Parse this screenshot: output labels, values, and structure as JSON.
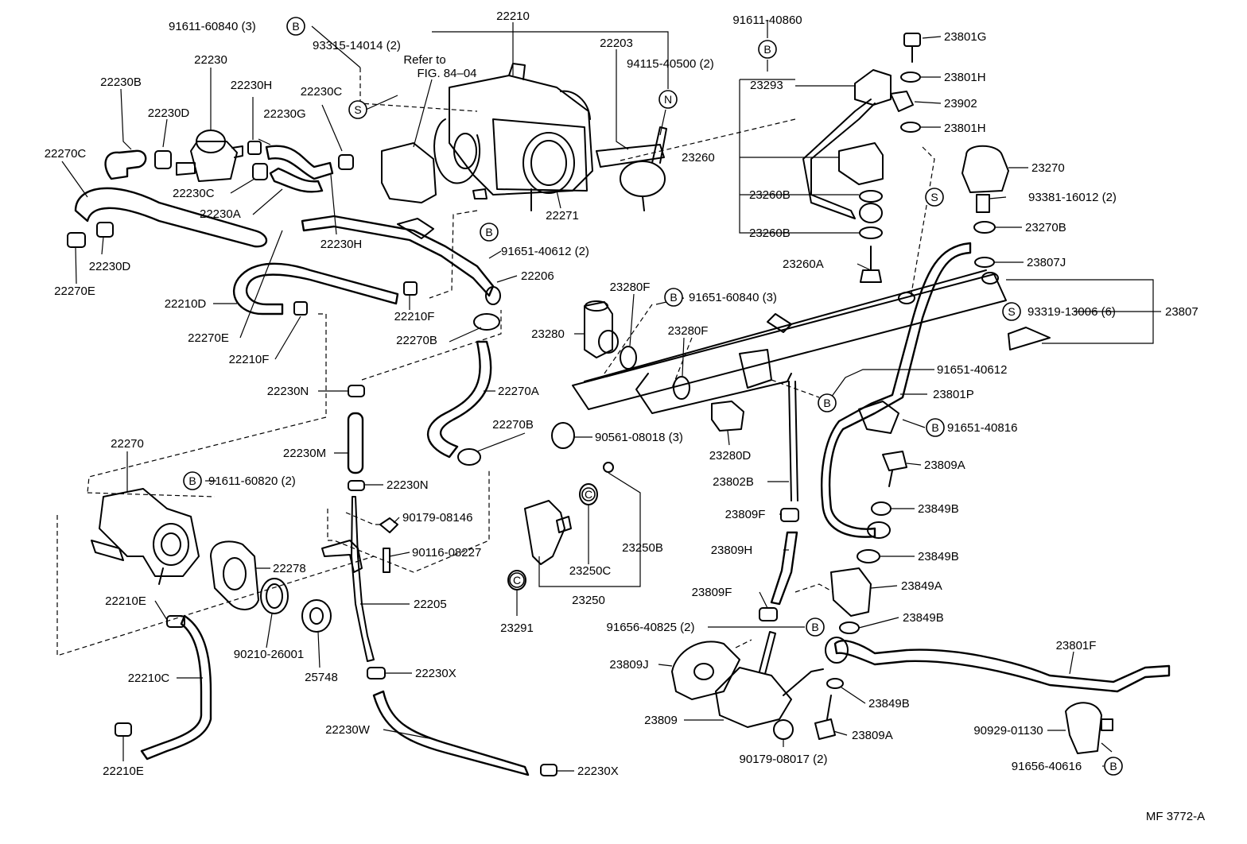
{
  "diagram_ref": "MF 3772-A",
  "refer_note": {
    "line1": "Refer to",
    "line2": "FIG. 84–04"
  },
  "badges": {
    "B": "B",
    "S": "S",
    "N": "N",
    "C": "C"
  },
  "labels": [
    {
      "id": "p22210",
      "text": "22210"
    },
    {
      "id": "p22203",
      "text": "22203"
    },
    {
      "id": "p91611_60840",
      "text": "91611-60840 (3)"
    },
    {
      "id": "p93315_14014",
      "text": "93315-14014 (2)"
    },
    {
      "id": "p94115_40500",
      "text": "94115-40500 (2)"
    },
    {
      "id": "p91611_40860",
      "text": "91611-40860"
    },
    {
      "id": "p23801G",
      "text": "23801G"
    },
    {
      "id": "p23801H_a",
      "text": "23801H"
    },
    {
      "id": "p23902",
      "text": "23902"
    },
    {
      "id": "p23801H_b",
      "text": "23801H"
    },
    {
      "id": "p23293",
      "text": "23293"
    },
    {
      "id": "p23260",
      "text": "23260"
    },
    {
      "id": "p23260B_a",
      "text": "23260B"
    },
    {
      "id": "p23260B_b",
      "text": "23260B"
    },
    {
      "id": "p23260A",
      "text": "23260A"
    },
    {
      "id": "p23270",
      "text": "23270"
    },
    {
      "id": "p93381_16012",
      "text": "93381-16012 (2)"
    },
    {
      "id": "p23270B",
      "text": "23270B"
    },
    {
      "id": "p23807J",
      "text": "23807J"
    },
    {
      "id": "p93319_13006",
      "text": "93319-13006 (6)"
    },
    {
      "id": "p23807",
      "text": "23807"
    },
    {
      "id": "p22230",
      "text": "22230"
    },
    {
      "id": "p22230B",
      "text": "22230B"
    },
    {
      "id": "p22230H_a",
      "text": "22230H"
    },
    {
      "id": "p22230C_a",
      "text": "22230C"
    },
    {
      "id": "p22230D_a",
      "text": "22230D"
    },
    {
      "id": "p22230G",
      "text": "22230G"
    },
    {
      "id": "p22270C",
      "text": "22270C"
    },
    {
      "id": "p22230C_b",
      "text": "22230C"
    },
    {
      "id": "p22230A",
      "text": "22230A"
    },
    {
      "id": "p22271",
      "text": "22271"
    },
    {
      "id": "p22230D_b",
      "text": "22230D"
    },
    {
      "id": "p22230H_b",
      "text": "22230H"
    },
    {
      "id": "p22270E_a",
      "text": "22270E"
    },
    {
      "id": "p91651_40612_a",
      "text": "91651-40612 (2)"
    },
    {
      "id": "p22206",
      "text": "22206"
    },
    {
      "id": "p22210D",
      "text": "22210D"
    },
    {
      "id": "p22210F_a",
      "text": "22210F"
    },
    {
      "id": "p22270E_b",
      "text": "22270E"
    },
    {
      "id": "p22270B_a",
      "text": "22270B"
    },
    {
      "id": "p22210F_b",
      "text": "22210F"
    },
    {
      "id": "p23280F_a",
      "text": "23280F"
    },
    {
      "id": "p91651_60840",
      "text": "91651-60840 (3)"
    },
    {
      "id": "p23280",
      "text": "23280"
    },
    {
      "id": "p23280F_b",
      "text": "23280F"
    },
    {
      "id": "p91651_40612_b",
      "text": "91651-40612"
    },
    {
      "id": "p22230N_a",
      "text": "22230N"
    },
    {
      "id": "p22270A",
      "text": "22270A"
    },
    {
      "id": "p23801P",
      "text": "23801P"
    },
    {
      "id": "p22270B_b",
      "text": "22270B"
    },
    {
      "id": "p91651_40816",
      "text": "91651-40816"
    },
    {
      "id": "p90561_08018",
      "text": "90561-08018 (3)"
    },
    {
      "id": "p22270",
      "text": "22270"
    },
    {
      "id": "p22230M",
      "text": "22230M"
    },
    {
      "id": "p23280D",
      "text": "23280D"
    },
    {
      "id": "p23809A_a",
      "text": "23809A"
    },
    {
      "id": "p91611_60820",
      "text": "91611-60820 (2)"
    },
    {
      "id": "p22230N_b",
      "text": "22230N"
    },
    {
      "id": "p23802B",
      "text": "23802B"
    },
    {
      "id": "p90179_08146",
      "text": "90179-08146"
    },
    {
      "id": "p23809F_a",
      "text": "23809F"
    },
    {
      "id": "p23849B_a",
      "text": "23849B"
    },
    {
      "id": "p23250B",
      "text": "23250B"
    },
    {
      "id": "p90116_08227",
      "text": "90116-08227"
    },
    {
      "id": "p23809H",
      "text": "23809H"
    },
    {
      "id": "p23849B_b",
      "text": "23849B"
    },
    {
      "id": "p22278",
      "text": "22278"
    },
    {
      "id": "p23250C",
      "text": "23250C"
    },
    {
      "id": "p23849A",
      "text": "23849A"
    },
    {
      "id": "p23809F_b",
      "text": "23809F"
    },
    {
      "id": "p23250",
      "text": "23250"
    },
    {
      "id": "p22210E_a",
      "text": "22210E"
    },
    {
      "id": "p22205",
      "text": "22205"
    },
    {
      "id": "p23849B_c",
      "text": "23849B"
    },
    {
      "id": "p91656_40825",
      "text": "91656-40825 (2)"
    },
    {
      "id": "p23291",
      "text": "23291"
    },
    {
      "id": "p90210_26001",
      "text": "90210-26001"
    },
    {
      "id": "p23801F",
      "text": "23801F"
    },
    {
      "id": "p25748",
      "text": "25748"
    },
    {
      "id": "p23809J",
      "text": "23809J"
    },
    {
      "id": "p22210C",
      "text": "22210C"
    },
    {
      "id": "p22230X_a",
      "text": "22230X"
    },
    {
      "id": "p23849B_d",
      "text": "23849B"
    },
    {
      "id": "p22230W",
      "text": "22230W"
    },
    {
      "id": "p23809",
      "text": "23809"
    },
    {
      "id": "p23809A_b",
      "text": "23809A"
    },
    {
      "id": "p90929_01130",
      "text": "90929-01130"
    },
    {
      "id": "p90179_08017",
      "text": "90179-08017 (2)"
    },
    {
      "id": "p22210E_b",
      "text": "22210E"
    },
    {
      "id": "p22230X_b",
      "text": "22230X"
    },
    {
      "id": "p91656_40616",
      "text": "91656-40616"
    }
  ]
}
